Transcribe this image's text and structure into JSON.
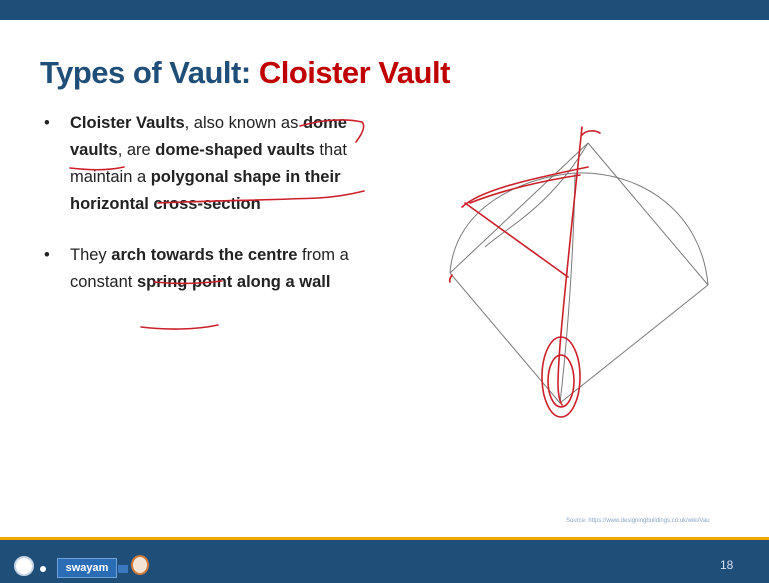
{
  "title": {
    "main": "Types of Vault:",
    "accent": "Cloister Vault"
  },
  "bullets": {
    "b1": {
      "t1": "Cloister Vaults",
      "t2": ", also known as ",
      "t3": "dome vaults",
      "t4": ", are ",
      "t5": "dome-shaped vaults",
      "t6": " that maintain a ",
      "t7": "polygonal shape in their horizontal",
      "t8": " ",
      "t9": "cross-section"
    },
    "b2": {
      "t1": "They ",
      "t2": "arch towards the",
      "t3": " ",
      "t4": "centre",
      "t5": " from a constant ",
      "t6": "spring point",
      "t7": " ",
      "t8": "along a wall"
    }
  },
  "source": "Source: https://www.designingbuildings.co.uk/wiki/Vau",
  "footer": {
    "swayam_label": "swayam",
    "page_number": "18"
  },
  "colors": {
    "title": "#1f4e79",
    "accent": "#c00000",
    "annotation": "#cc1f2a",
    "bar": "#1f4e79"
  }
}
